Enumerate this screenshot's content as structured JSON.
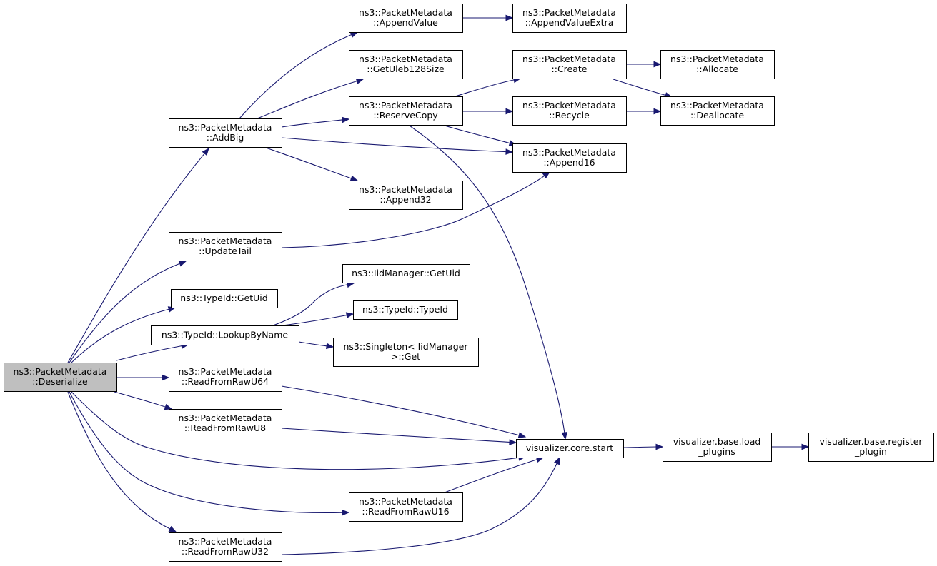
{
  "graph": {
    "nodes": [
      {
        "id": "deserialize",
        "lines": [
          "ns3::PacketMetadata",
          "::Deserialize"
        ],
        "highlighted": true
      },
      {
        "id": "addbig",
        "lines": [
          "ns3::PacketMetadata",
          "::AddBig"
        ]
      },
      {
        "id": "updatetail",
        "lines": [
          "ns3::PacketMetadata",
          "::UpdateTail"
        ]
      },
      {
        "id": "typeid_getuid",
        "lines": [
          "ns3::TypeId::GetUid"
        ]
      },
      {
        "id": "lookupbyname",
        "lines": [
          "ns3::TypeId::LookupByName"
        ]
      },
      {
        "id": "readu64",
        "lines": [
          "ns3::PacketMetadata",
          "::ReadFromRawU64"
        ]
      },
      {
        "id": "readu8",
        "lines": [
          "ns3::PacketMetadata",
          "::ReadFromRawU8"
        ]
      },
      {
        "id": "readu32",
        "lines": [
          "ns3::PacketMetadata",
          "::ReadFromRawU32"
        ]
      },
      {
        "id": "appendvalue",
        "lines": [
          "ns3::PacketMetadata",
          "::AppendValue"
        ]
      },
      {
        "id": "getuleb",
        "lines": [
          "ns3::PacketMetadata",
          "::GetUleb128Size"
        ]
      },
      {
        "id": "reservecopy",
        "lines": [
          "ns3::PacketMetadata",
          "::ReserveCopy"
        ]
      },
      {
        "id": "append32",
        "lines": [
          "ns3::PacketMetadata",
          "::Append32"
        ]
      },
      {
        "id": "iid_getuid",
        "lines": [
          "ns3::IidManager::GetUid"
        ]
      },
      {
        "id": "typeid_ctor",
        "lines": [
          "ns3::TypeId::TypeId"
        ]
      },
      {
        "id": "singleton_get",
        "lines": [
          "ns3::Singleton< IidManager",
          ">::Get"
        ]
      },
      {
        "id": "readu16",
        "lines": [
          "ns3::PacketMetadata",
          "::ReadFromRawU16"
        ]
      },
      {
        "id": "appendvalueextra",
        "lines": [
          "ns3::PacketMetadata",
          "::AppendValueExtra"
        ]
      },
      {
        "id": "create",
        "lines": [
          "ns3::PacketMetadata",
          "::Create"
        ]
      },
      {
        "id": "recycle",
        "lines": [
          "ns3::PacketMetadata",
          "::Recycle"
        ]
      },
      {
        "id": "append16",
        "lines": [
          "ns3::PacketMetadata",
          "::Append16"
        ]
      },
      {
        "id": "vstart",
        "lines": [
          "visualizer.core.start"
        ]
      },
      {
        "id": "allocate",
        "lines": [
          "ns3::PacketMetadata",
          "::Allocate"
        ]
      },
      {
        "id": "deallocate",
        "lines": [
          "ns3::PacketMetadata",
          "::Deallocate"
        ]
      },
      {
        "id": "loadplugins",
        "lines": [
          "visualizer.base.load",
          "_plugins"
        ]
      },
      {
        "id": "registerplugin",
        "lines": [
          "visualizer.base.register",
          "_plugin"
        ]
      }
    ],
    "edges": [
      {
        "from": "deserialize",
        "to": "addbig"
      },
      {
        "from": "deserialize",
        "to": "updatetail"
      },
      {
        "from": "deserialize",
        "to": "typeid_getuid"
      },
      {
        "from": "deserialize",
        "to": "lookupbyname"
      },
      {
        "from": "deserialize",
        "to": "readu64"
      },
      {
        "from": "deserialize",
        "to": "readu8"
      },
      {
        "from": "deserialize",
        "to": "vstart"
      },
      {
        "from": "deserialize",
        "to": "readu16"
      },
      {
        "from": "deserialize",
        "to": "readu32"
      },
      {
        "from": "addbig",
        "to": "appendvalue"
      },
      {
        "from": "addbig",
        "to": "getuleb"
      },
      {
        "from": "addbig",
        "to": "reservecopy"
      },
      {
        "from": "addbig",
        "to": "append16"
      },
      {
        "from": "addbig",
        "to": "append32"
      },
      {
        "from": "appendvalue",
        "to": "appendvalueextra"
      },
      {
        "from": "reservecopy",
        "to": "create"
      },
      {
        "from": "reservecopy",
        "to": "recycle"
      },
      {
        "from": "reservecopy",
        "to": "append16"
      },
      {
        "from": "reservecopy",
        "to": "vstart"
      },
      {
        "from": "create",
        "to": "allocate"
      },
      {
        "from": "create",
        "to": "deallocate"
      },
      {
        "from": "recycle",
        "to": "deallocate"
      },
      {
        "from": "updatetail",
        "to": "append16"
      },
      {
        "from": "lookupbyname",
        "to": "iid_getuid"
      },
      {
        "from": "lookupbyname",
        "to": "typeid_ctor"
      },
      {
        "from": "lookupbyname",
        "to": "singleton_get"
      },
      {
        "from": "readu64",
        "to": "vstart"
      },
      {
        "from": "readu8",
        "to": "vstart"
      },
      {
        "from": "readu16",
        "to": "vstart"
      },
      {
        "from": "readu32",
        "to": "vstart"
      },
      {
        "from": "vstart",
        "to": "loadplugins"
      },
      {
        "from": "loadplugins",
        "to": "registerplugin"
      }
    ]
  }
}
